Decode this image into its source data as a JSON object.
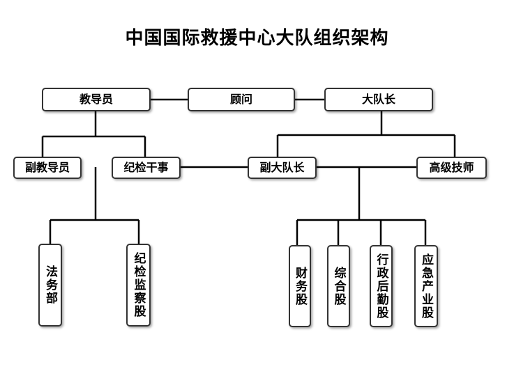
{
  "title": "中国国际救援中心大队组织架构",
  "nodes": {
    "instructor": "教导员",
    "advisor": "顾问",
    "captain": "大队长",
    "deputy_instructor": "副教导员",
    "discipline_officer": "纪检干事",
    "deputy_captain": "副大队长",
    "senior_technician": "高级技师",
    "legal_dept": "法务部",
    "discipline_supervision": "纪检监察股",
    "finance": "财务股",
    "general_affairs": "综合股",
    "logistics": "行政后勤股",
    "emergency_industry": "应急产业股"
  },
  "colors": {
    "line": "#000000",
    "box_border": "#333333",
    "background": "#ffffff"
  }
}
